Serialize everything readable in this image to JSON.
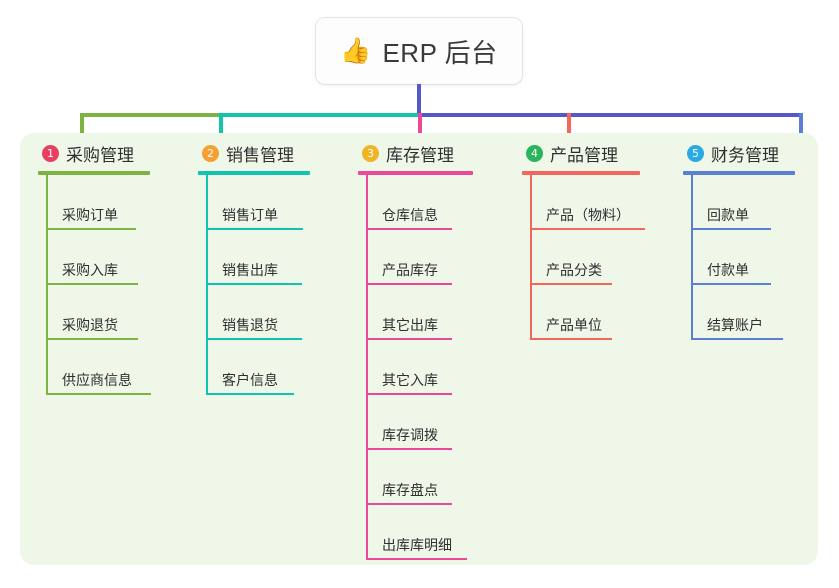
{
  "root": {
    "icon": "thumbs-up-icon",
    "emoji": "👍",
    "title": "ERP 后台"
  },
  "palette": {
    "background": "#ffffff",
    "panel": "#eff7e9",
    "stem": "#5558c8",
    "bus_segment_1": "#7cb342",
    "bus_segment_2": "#11c3b0",
    "bus_segment_3": "#5558c8"
  },
  "columns": [
    {
      "index": "1",
      "title": "采购管理",
      "line_color": "#7cb342",
      "badge_color": "#e8415f",
      "items": [
        {
          "label": "采购订单",
          "rule_width": 90
        },
        {
          "label": "采购入库",
          "rule_width": 92
        },
        {
          "label": "采购退货",
          "rule_width": 92
        },
        {
          "label": "供应商信息",
          "rule_width": 105
        }
      ]
    },
    {
      "index": "2",
      "title": "销售管理",
      "line_color": "#11c3b0",
      "badge_color": "#f5a030",
      "items": [
        {
          "label": "销售订单",
          "rule_width": 97
        },
        {
          "label": "销售出库",
          "rule_width": 96
        },
        {
          "label": "销售退货",
          "rule_width": 96
        },
        {
          "label": "客户信息",
          "rule_width": 88
        }
      ]
    },
    {
      "index": "3",
      "title": "库存管理",
      "line_color": "#ec4899",
      "badge_color": "#f0b429",
      "items": [
        {
          "label": "仓库信息",
          "rule_width": 86
        },
        {
          "label": "产品库存",
          "rule_width": 86
        },
        {
          "label": "其它出库",
          "rule_width": 86
        },
        {
          "label": "其它入库",
          "rule_width": 86
        },
        {
          "label": "库存调拨",
          "rule_width": 86
        },
        {
          "label": "库存盘点",
          "rule_width": 86
        },
        {
          "label": "出库库明细",
          "rule_width": 101
        }
      ]
    },
    {
      "index": "4",
      "title": "产品管理",
      "line_color": "#f4655c",
      "badge_color": "#2ab45b",
      "items": [
        {
          "label": "产品（物料）",
          "rule_width": 115
        },
        {
          "label": "产品分类",
          "rule_width": 82
        },
        {
          "label": "产品单位",
          "rule_width": 82
        }
      ]
    },
    {
      "index": "5",
      "title": "财务管理",
      "line_color": "#5b7fd4",
      "badge_color": "#29aae3",
      "items": [
        {
          "label": "回款单",
          "rule_width": 80
        },
        {
          "label": "付款单",
          "rule_width": 80
        },
        {
          "label": "结算账户",
          "rule_width": 92
        }
      ]
    }
  ]
}
